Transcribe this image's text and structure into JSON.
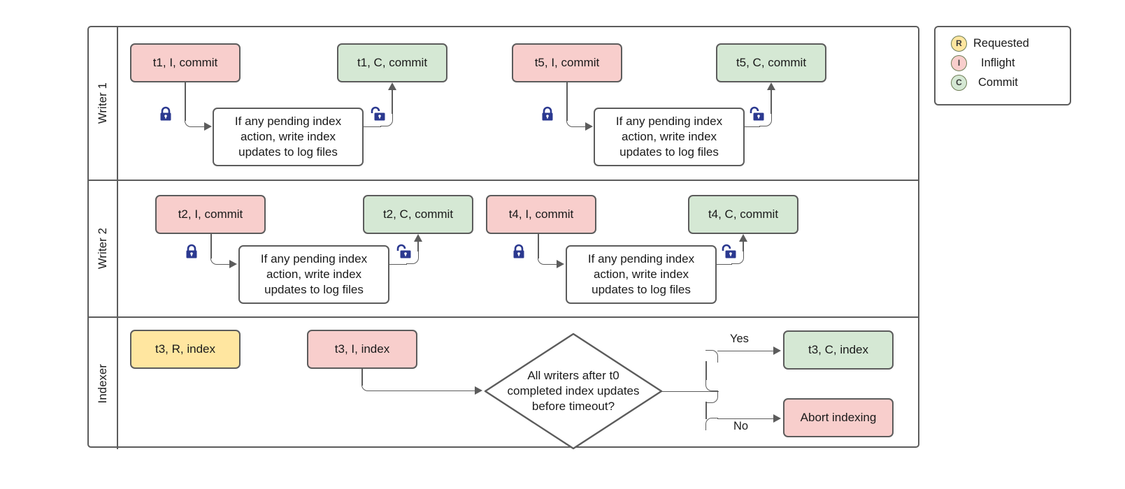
{
  "diagram": {
    "title": "Writer / Indexer coordination swimlane diagram",
    "colors": {
      "pink": "#f8cecc",
      "green": "#d5e8d4",
      "yellow": "#ffe6a0",
      "stroke": "#5c5c5c",
      "lock": "#2b3990"
    },
    "process_text": "If any pending index action, write index updates to log files"
  },
  "lanes": [
    {
      "id": "writer-1",
      "label": "Writer 1",
      "nodes": [
        {
          "id": "w1-t1-i",
          "label": "t1, I, commit",
          "state": "Inflight",
          "color": "pink"
        },
        {
          "id": "w1-proc-1",
          "label": "If any pending index action, write index updates to log files",
          "color": "white"
        },
        {
          "id": "w1-t1-c",
          "label": "t1, C, commit",
          "state": "Commit",
          "color": "green"
        },
        {
          "id": "w1-t5-i",
          "label": "t5, I, commit",
          "state": "Inflight",
          "color": "pink"
        },
        {
          "id": "w1-proc-2",
          "label": "If any pending index action, write index updates to log files",
          "color": "white"
        },
        {
          "id": "w1-t5-c",
          "label": "t5, C, commit",
          "state": "Commit",
          "color": "green"
        }
      ],
      "locks": [
        {
          "id": "w1-lock-1",
          "kind": "locked"
        },
        {
          "id": "w1-lock-2",
          "kind": "unlocked"
        },
        {
          "id": "w1-lock-3",
          "kind": "locked"
        },
        {
          "id": "w1-lock-4",
          "kind": "unlocked"
        }
      ]
    },
    {
      "id": "writer-2",
      "label": "Writer 2",
      "nodes": [
        {
          "id": "w2-t2-i",
          "label": "t2, I, commit",
          "state": "Inflight",
          "color": "pink"
        },
        {
          "id": "w2-proc-1",
          "label": "If any pending index action, write index updates to log files",
          "color": "white"
        },
        {
          "id": "w2-t2-c",
          "label": "t2, C, commit",
          "state": "Commit",
          "color": "green"
        },
        {
          "id": "w2-t4-i",
          "label": "t4, I, commit",
          "state": "Inflight",
          "color": "pink"
        },
        {
          "id": "w2-proc-2",
          "label": "If any pending index action, write index updates to log files",
          "color": "white"
        },
        {
          "id": "w2-t4-c",
          "label": "t4, C, commit",
          "state": "Commit",
          "color": "green"
        }
      ],
      "locks": [
        {
          "id": "w2-lock-1",
          "kind": "locked"
        },
        {
          "id": "w2-lock-2",
          "kind": "unlocked"
        },
        {
          "id": "w2-lock-3",
          "kind": "locked"
        },
        {
          "id": "w2-lock-4",
          "kind": "unlocked"
        }
      ]
    },
    {
      "id": "indexer",
      "label": "Indexer",
      "nodes": [
        {
          "id": "ix-t3-r",
          "label": "t3, R, index",
          "state": "Requested",
          "color": "yellow"
        },
        {
          "id": "ix-t3-i",
          "label": "t3, I, index",
          "state": "Inflight",
          "color": "pink"
        },
        {
          "id": "ix-decision",
          "label": "All writers after t0 completed index updates before timeout?",
          "color": "white"
        },
        {
          "id": "ix-t3-c",
          "label": "t3, C, index",
          "state": "Commit",
          "color": "green"
        },
        {
          "id": "ix-abort",
          "label": "Abort indexing",
          "color": "pink"
        }
      ],
      "edge_labels": {
        "yes": "Yes",
        "no": "No"
      }
    }
  ],
  "legend": {
    "items": [
      {
        "badge": "R",
        "label": "Requested",
        "color": "#ffe6a0"
      },
      {
        "badge": "I",
        "label": "Inflight",
        "color": "#f8cecc"
      },
      {
        "badge": "C",
        "label": "Commit",
        "color": "#d5e8d4"
      }
    ]
  }
}
